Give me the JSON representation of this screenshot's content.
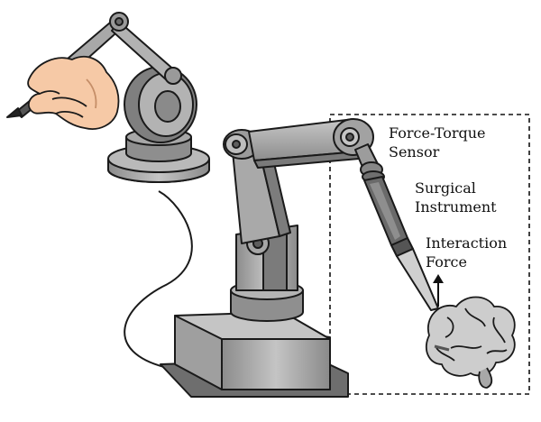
{
  "labels": {
    "force_torque_sensor": [
      "Force-Torque",
      "Sensor"
    ],
    "surgical_instrument": [
      "Surgical",
      "Instrument"
    ],
    "interaction_force": [
      "Interaction",
      "Force"
    ]
  },
  "colors": {
    "outline": "#1a1a1a",
    "metal_light": "#bdbdbd",
    "metal_mid": "#9a9a9a",
    "metal_dark": "#6f6f6f",
    "skin": "#f6c9a6",
    "skin_shade": "#e6ad86",
    "brain": "#cfcfcf",
    "brain_shade": "#a9a9a9",
    "dashed_box": "#111111"
  },
  "icons": {
    "hand": "hand-holding-stylus-icon",
    "master_device": "haptic-master-device-icon",
    "robot": "robotic-arm-icon",
    "brain": "brain-icon"
  }
}
